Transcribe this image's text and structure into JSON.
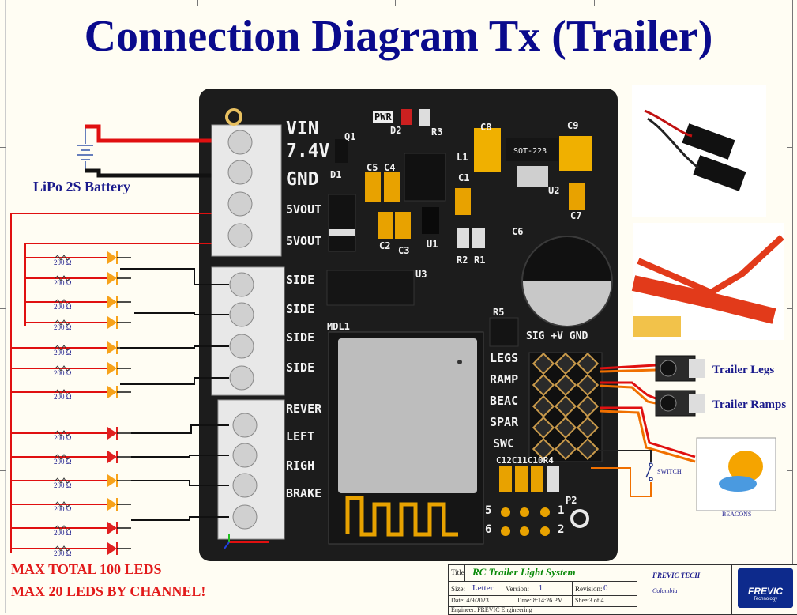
{
  "title": "Connection Diagram Tx (Trailer)",
  "battery_label": "LiPo 2S Battery",
  "terminals_top": [
    "VIN",
    "7.4V",
    "GND",
    "5VOUT",
    "5VOUT"
  ],
  "terminals_mid": [
    "SIDE",
    "SIDE",
    "SIDE",
    "SIDE"
  ],
  "terminals_bot": [
    "REVER",
    "LEFT",
    "RIGH",
    "BRAKE"
  ],
  "pwm_labels": [
    "LEGS",
    "RAMP",
    "BEAC",
    "SPAR",
    "SWC"
  ],
  "header_label": "SIG +V GND",
  "pcb_labels": {
    "pwr": "PWR",
    "d2": "D2",
    "r3": "R3",
    "q1": "Q1",
    "d1": "D1",
    "c5": "C5",
    "c4": "C4",
    "c8": "C8",
    "c9": "C9",
    "l1": "L1",
    "c1": "C1",
    "u2": "U2",
    "c7": "C7",
    "c2": "C2",
    "c3": "C3",
    "u1": "U1",
    "r2": "R2",
    "r1": "R1",
    "c6": "C6",
    "u3": "U3",
    "r5": "R5",
    "mdl1": "MDL1",
    "c12": "C12C11C10R4",
    "p2": "P2",
    "sot": "SOT-223",
    "p5": "5",
    "p6": "6",
    "p1": "1",
    "p2b": "2"
  },
  "resistor_label": "200 Ω",
  "servo_labels": [
    "Trailer Legs",
    "Trailer Ramps"
  ],
  "switch_label": "SWITCH",
  "beacons_label": "BEACONS",
  "warnings": [
    "MAX TOTAL 100 LEDS",
    "MAX 20 LEDS BY CHANNEL!"
  ],
  "title_block": {
    "title_key": "Title",
    "title_val": "RC Trailer Light System",
    "size_key": "Size:",
    "size_val": "Letter",
    "version_key": "Version:",
    "version_val": "1",
    "revision_key": "Revision:",
    "revision_val": "0",
    "date": "Date:  4/9/2023",
    "time": "Time: 8:14:26 PM",
    "sheet": "Sheet3   of  4",
    "engineer": "Engineer: FREVIC Engineering",
    "company": "FREVIC TECH",
    "country": "Colombia",
    "logo": "FREVIC",
    "logo_sub": "Technology"
  },
  "colors": {
    "title": "#0a0a8c",
    "wire_red": "#e01010",
    "wire_black": "#111111",
    "led_amber": "#f7a21a",
    "led_red": "#e02020",
    "warning": "#e21a1a"
  }
}
